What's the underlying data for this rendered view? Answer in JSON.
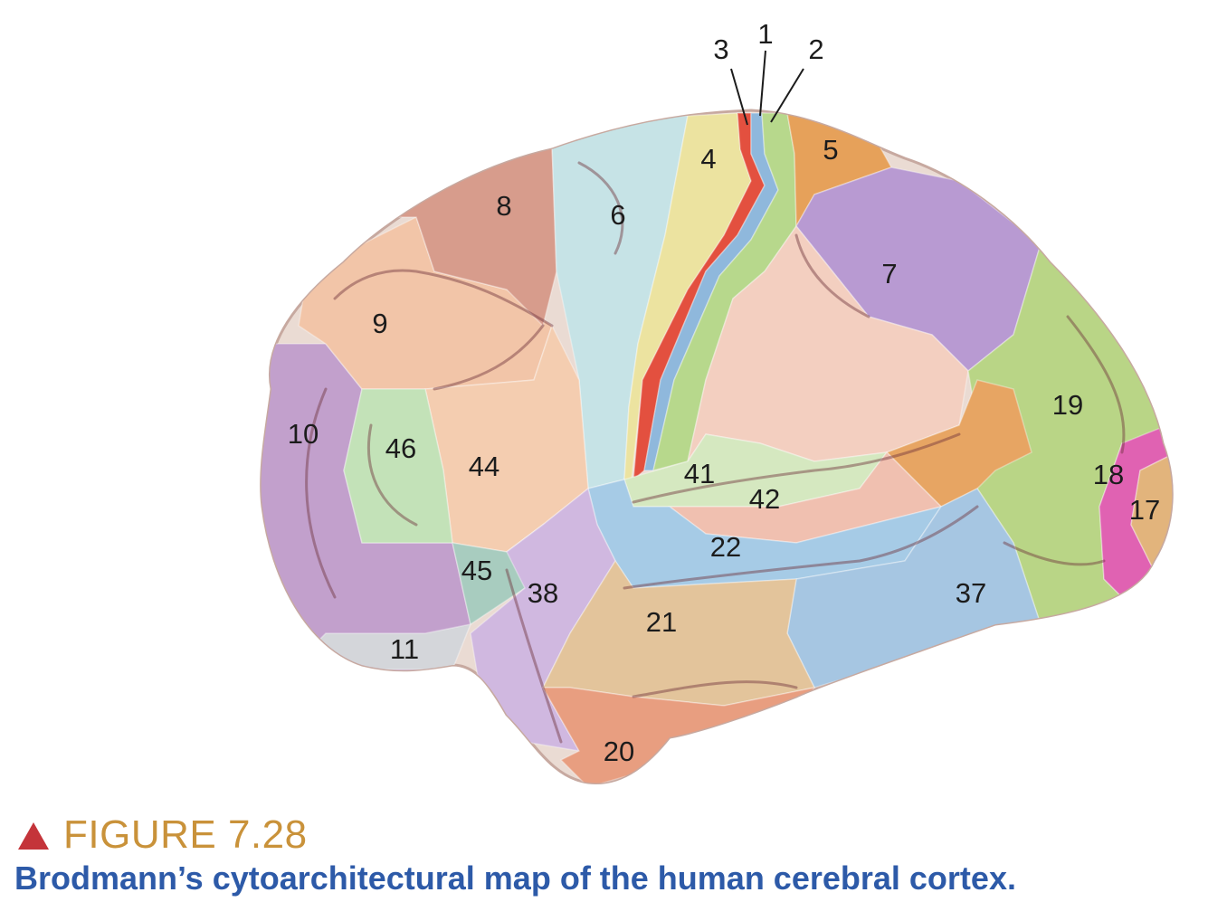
{
  "caption": {
    "figure_number": "FIGURE 7.28",
    "title": "Brodmann’s cytoarchitectural map of the human cerebral cortex."
  },
  "areas": [
    {
      "id": "1",
      "label": "1",
      "color": "#8fb8dc"
    },
    {
      "id": "2",
      "label": "2",
      "color": "#b7d88c"
    },
    {
      "id": "3",
      "label": "3",
      "color": "#e3503f"
    },
    {
      "id": "4",
      "label": "4",
      "color": "#ece3a0"
    },
    {
      "id": "5",
      "label": "5",
      "color": "#e6a15a"
    },
    {
      "id": "6",
      "label": "6",
      "color": "#c6e3e6"
    },
    {
      "id": "7",
      "label": "7",
      "color": "#b89ad2"
    },
    {
      "id": "8",
      "label": "8",
      "color": "#d79c8c"
    },
    {
      "id": "9",
      "label": "9",
      "color": "#f2c5a8"
    },
    {
      "id": "10",
      "label": "10",
      "color": "#c2a0cc"
    },
    {
      "id": "11",
      "label": "11",
      "color": "#d4d6da"
    },
    {
      "id": "17",
      "label": "17",
      "color": "#e2b47c"
    },
    {
      "id": "18",
      "label": "18",
      "color": "#e062b2"
    },
    {
      "id": "19",
      "label": "19",
      "color": "#b9d586"
    },
    {
      "id": "20",
      "label": "20",
      "color": "#e89e80"
    },
    {
      "id": "21",
      "label": "21",
      "color": "#e3c49b"
    },
    {
      "id": "22",
      "label": "22",
      "color": "#a6cbe6"
    },
    {
      "id": "37",
      "label": "37",
      "color": "#a6c6e2"
    },
    {
      "id": "38",
      "label": "38",
      "color": "#d0b8e0"
    },
    {
      "id": "41",
      "label": "41",
      "color": "#d5e8c0"
    },
    {
      "id": "42",
      "label": "42",
      "color": "#f0c0b0"
    },
    {
      "id": "44",
      "label": "44",
      "color": "#f4cdb0"
    },
    {
      "id": "45",
      "label": "45",
      "color": "#a8ccbf"
    },
    {
      "id": "46",
      "label": "46",
      "color": "#c3e2b8"
    }
  ]
}
